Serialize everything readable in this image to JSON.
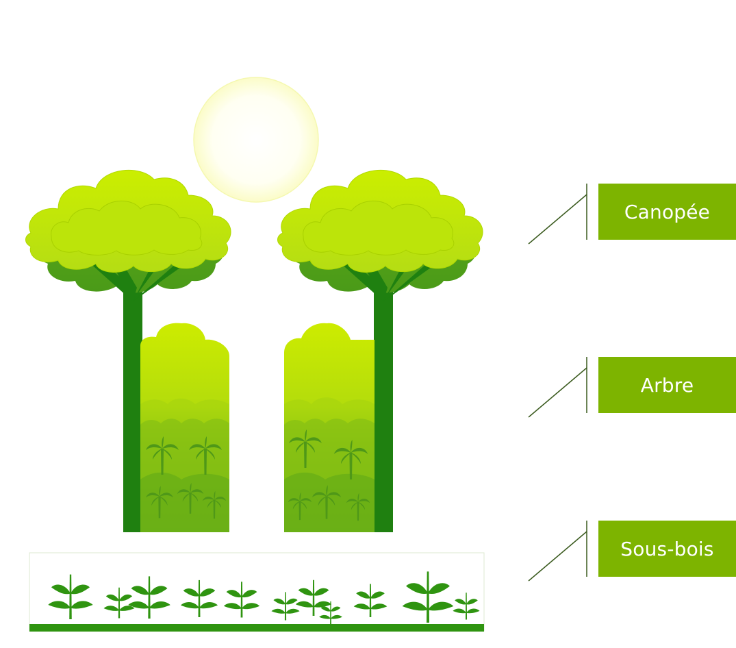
{
  "diagram": {
    "title": "Strates de la forêt tropicale",
    "colors": {
      "label_bg": "#7db400",
      "label_text": "#ffffff",
      "connector": "#3a5a1e",
      "canopy_light": "#c8eb00",
      "canopy_mid": "#b4dc14",
      "canopy_dark": "#4f9e18",
      "trunk": "#1f8010",
      "understory_plant": "#2f9410",
      "ground": "#2f9410",
      "sun": "#fffde0"
    },
    "icons": {
      "sun": "sun-icon",
      "tree": "tree-icon",
      "palm": "palm-tree-icon",
      "plant": "plant-icon"
    },
    "layers": [
      {
        "id": "canopy",
        "label": "Canopée"
      },
      {
        "id": "tree",
        "label": "Arbre"
      },
      {
        "id": "understory",
        "label": "Sous-bois"
      }
    ]
  }
}
